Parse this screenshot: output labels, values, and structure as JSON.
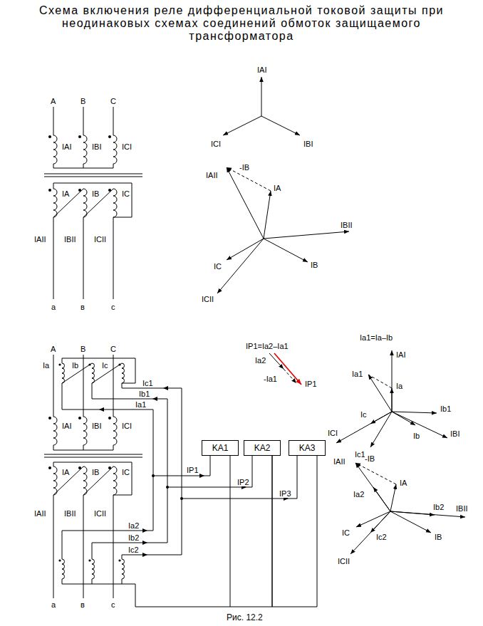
{
  "diagram": {
    "title": "Схема включения реле дифференциальной токовой защиты при неодинаковых схемах соединений обмоток защищаемого трансформатора",
    "caption": "Рис. 12.2",
    "nodes": [
      {
        "text": [
          "KA1"
        ]
      },
      {
        "text": [
          "KA2"
        ]
      },
      {
        "text": [
          "KA3"
        ]
      }
    ],
    "edges": [
      {
        "from": 0,
        "to": 1,
        "arrow": "none"
      },
      {
        "from": 1,
        "to": 2,
        "arrow": "none"
      }
    ],
    "labels": [
      "A",
      "B",
      "C",
      "IAI",
      "IBI",
      "ICI",
      "IA",
      "IB",
      "IC",
      "IAII",
      "IBII",
      "ICII",
      "a",
      "в",
      "c",
      "IAI",
      "ICI",
      "IBI",
      "IAII",
      "-IB",
      "IA",
      "IBII",
      "IC",
      "IB",
      "ICII",
      "A",
      "B",
      "C",
      "Ia",
      "Ib",
      "Ic",
      "Ic1",
      "Ib1",
      "Ia1",
      "IAI",
      "IBI",
      "ICI",
      "IP1",
      "IP2",
      "IP3",
      "IA",
      "IB",
      "IC",
      "IAII",
      "IBII",
      "ICII",
      "Ia2",
      "Ib2",
      "Ic2",
      "a",
      "в",
      "c",
      "IP1=Ia2–Ia1",
      "Ia2",
      "-Ia1",
      "IP1",
      "Ia1=Ia–Ib",
      "IAI",
      "Ia1",
      "Ia",
      "Ib1",
      "Ic",
      "IBI",
      "ICI",
      "Ib",
      "Ic1",
      "IAII",
      "-IB",
      "IA",
      "Ia2",
      "Ib2",
      "IBII",
      "Ic2",
      "IC",
      "IB",
      "ICII"
    ]
  }
}
